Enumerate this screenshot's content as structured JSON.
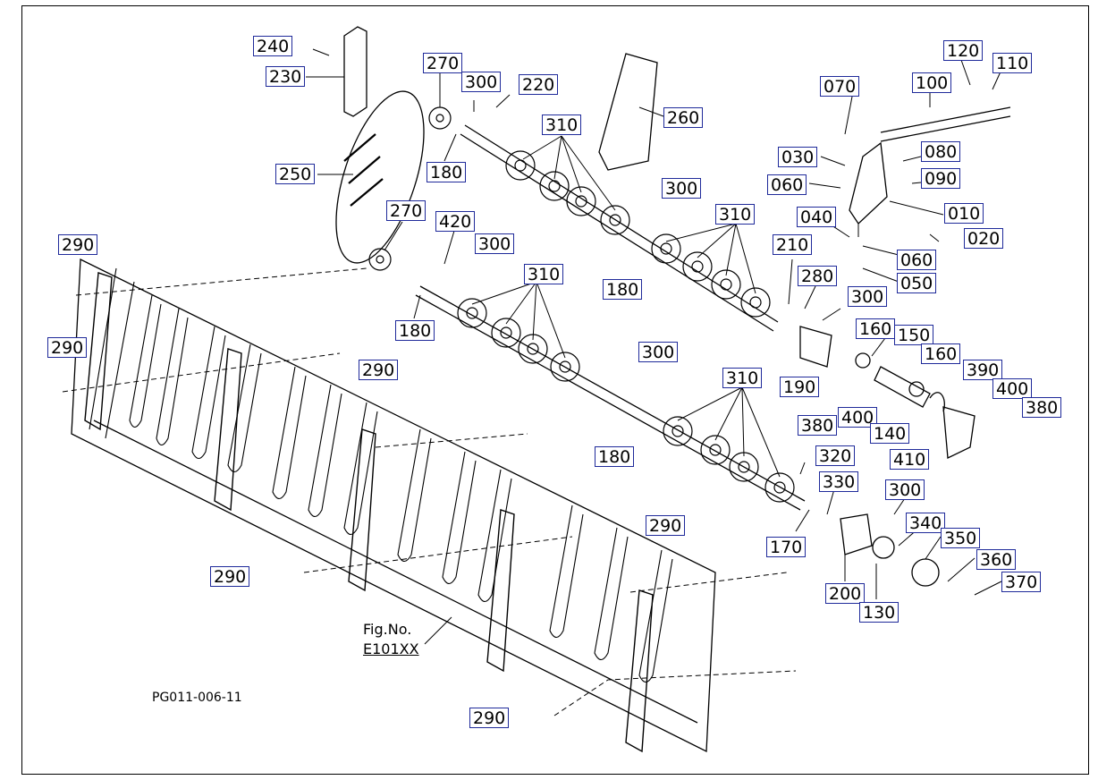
{
  "diagram": {
    "figure_label": "Fig.No.",
    "figure_code": "E101XX",
    "page_code": "PG011-006-11",
    "callouts": [
      "240",
      "230",
      "270",
      "300",
      "220",
      "260",
      "310",
      "250",
      "180",
      "300",
      "310",
      "270",
      "420",
      "300",
      "310",
      "180",
      "180",
      "290",
      "290",
      "290",
      "290",
      "290",
      "290",
      "300",
      "310",
      "180",
      "210",
      "280",
      "300",
      "190",
      "160",
      "150",
      "160",
      "390",
      "400",
      "380",
      "380",
      "400",
      "140",
      "410",
      "320",
      "330",
      "300",
      "170",
      "340",
      "350",
      "360",
      "370",
      "200",
      "130",
      "070",
      "100",
      "120",
      "110",
      "030",
      "080",
      "060",
      "090",
      "040",
      "010",
      "060",
      "020",
      "050"
    ]
  },
  "colors": {
    "callout_border": "#1f2a9a",
    "line": "#000000",
    "background": "#ffffff"
  }
}
